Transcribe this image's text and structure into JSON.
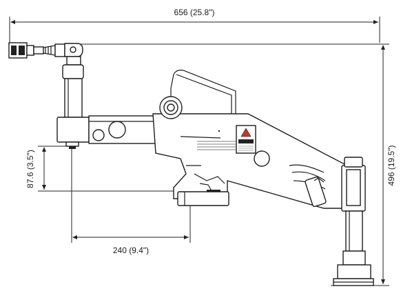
{
  "dimensions": {
    "overall_width": "656 (25.8\")",
    "overall_height": "496 (19.5\")",
    "tool_depth": "87.6 (3.5\")",
    "reach_offset": "240 (9.4\")"
  },
  "icons": {
    "warning_label": "warning-triangle-icon",
    "connector": "cable-connector-icon"
  },
  "colors": {
    "line": "#1c1c1c",
    "warning": "#c0392b",
    "background": "#ffffff"
  }
}
